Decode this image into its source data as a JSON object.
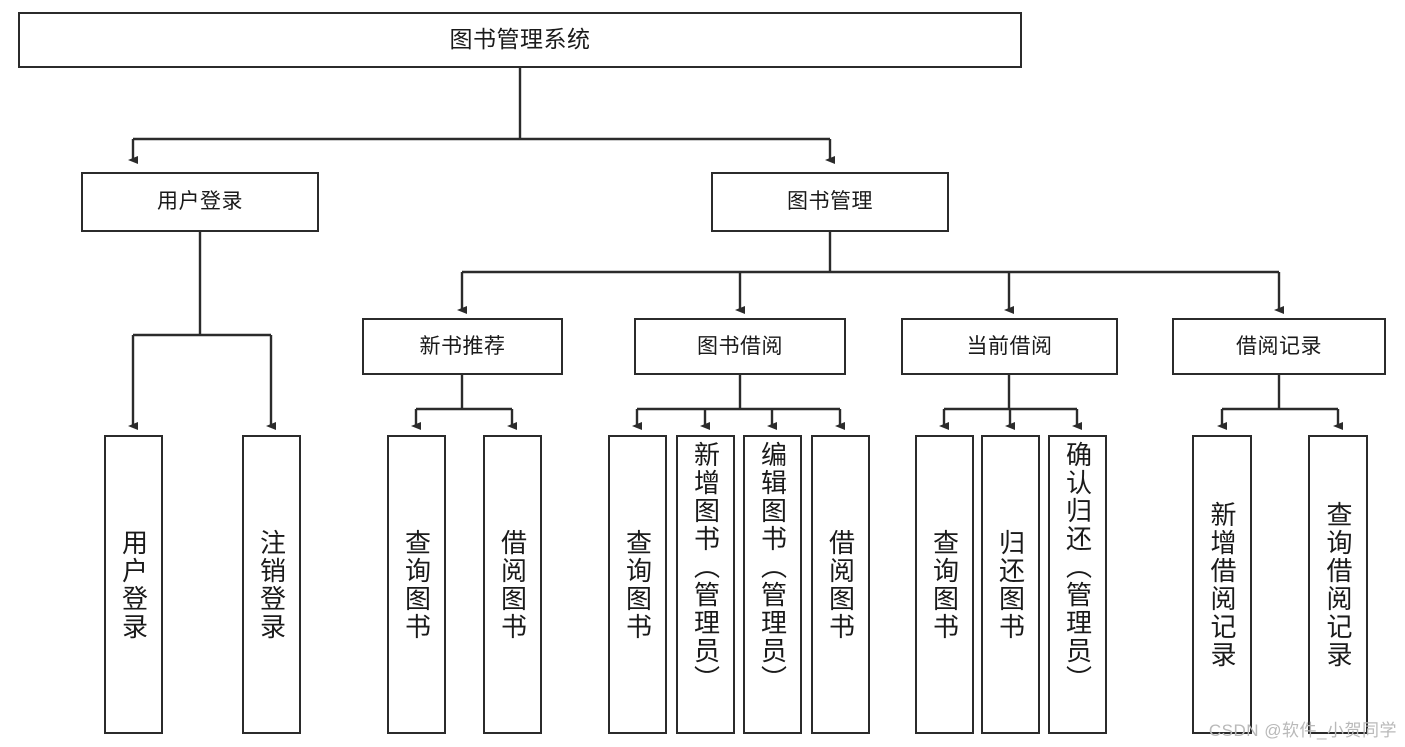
{
  "diagram": {
    "title": "图书管理系统",
    "root": {
      "label": "图书管理系统"
    },
    "level1": [
      {
        "label": "用户登录"
      },
      {
        "label": "图书管理"
      }
    ],
    "level2": [
      {
        "label": "新书推荐"
      },
      {
        "label": "图书借阅"
      },
      {
        "label": "当前借阅"
      },
      {
        "label": "借阅记录"
      }
    ],
    "leaves": {
      "user_login": [
        {
          "label": "用户登录"
        },
        {
          "label": "注销登录"
        }
      ],
      "new_book_recommend": [
        {
          "label": "查询图书"
        },
        {
          "label": "借阅图书"
        }
      ],
      "book_borrow": [
        {
          "label": "查询图书"
        },
        {
          "label": "新增图书（管理员）"
        },
        {
          "label": "编辑图书（管理员）"
        },
        {
          "label": "借阅图书"
        }
      ],
      "current_borrow": [
        {
          "label": "查询图书"
        },
        {
          "label": "归还图书"
        },
        {
          "label": "确认归还（管理员）"
        }
      ],
      "borrow_record": [
        {
          "label": "新增借阅记录"
        },
        {
          "label": "查询借阅记录"
        }
      ]
    }
  },
  "watermark": {
    "text": "CSDN @软件_小贺同学"
  },
  "colors": {
    "border": "#2b2b2b",
    "background": "#ffffff",
    "text": "#1a1a1a",
    "watermark": "#b9b9b9"
  }
}
